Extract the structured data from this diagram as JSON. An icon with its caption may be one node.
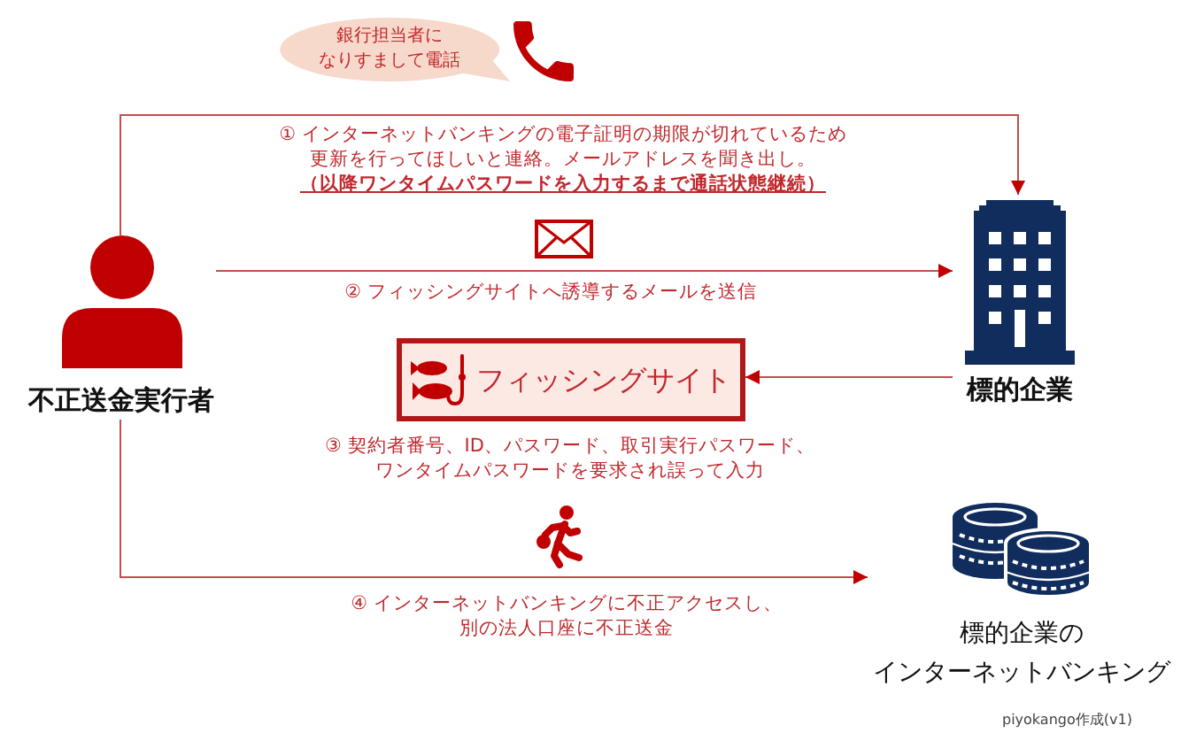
{
  "diagram": {
    "nodes": [
      {
        "text": [
          "銀行担当者になりすまして電話"
        ]
      },
      {
        "text": [
          "不正送金実行者"
        ]
      },
      {
        "text": [
          "標的企業"
        ]
      },
      {
        "text": [
          "フィッシングサイト"
        ],
        "beside": [
          "③ 契約者番号、ID、パスワード、取引実行パスワード、ワンタイムパスワードを要求され誤って入力"
        ]
      },
      {
        "text": [
          "標的企業のインターネットバンキング"
        ]
      }
    ],
    "edges": [
      {
        "from": 1,
        "to": 2,
        "arrow": "to",
        "label": "① インターネットバンキングの電子証明の期限が切れているため更新を行ってほしいと連絡。メールアドレスを聞き出し。**（以降ワンタイムパスワードを入力するまで通話状態継続）**"
      },
      {
        "from": 1,
        "to": 2,
        "arrow": "to",
        "label": "② フィッシングサイトへ誘導するメールを送信"
      },
      {
        "from": 2,
        "to": 3,
        "arrow": "to"
      },
      {
        "from": 1,
        "to": 4,
        "arrow": "to",
        "label": "④ インターネットバンキングに不正アクセスし、別の法人口座に不正送金"
      }
    ],
    "labels": [
      "piyokango作成(v1)"
    ]
  }
}
